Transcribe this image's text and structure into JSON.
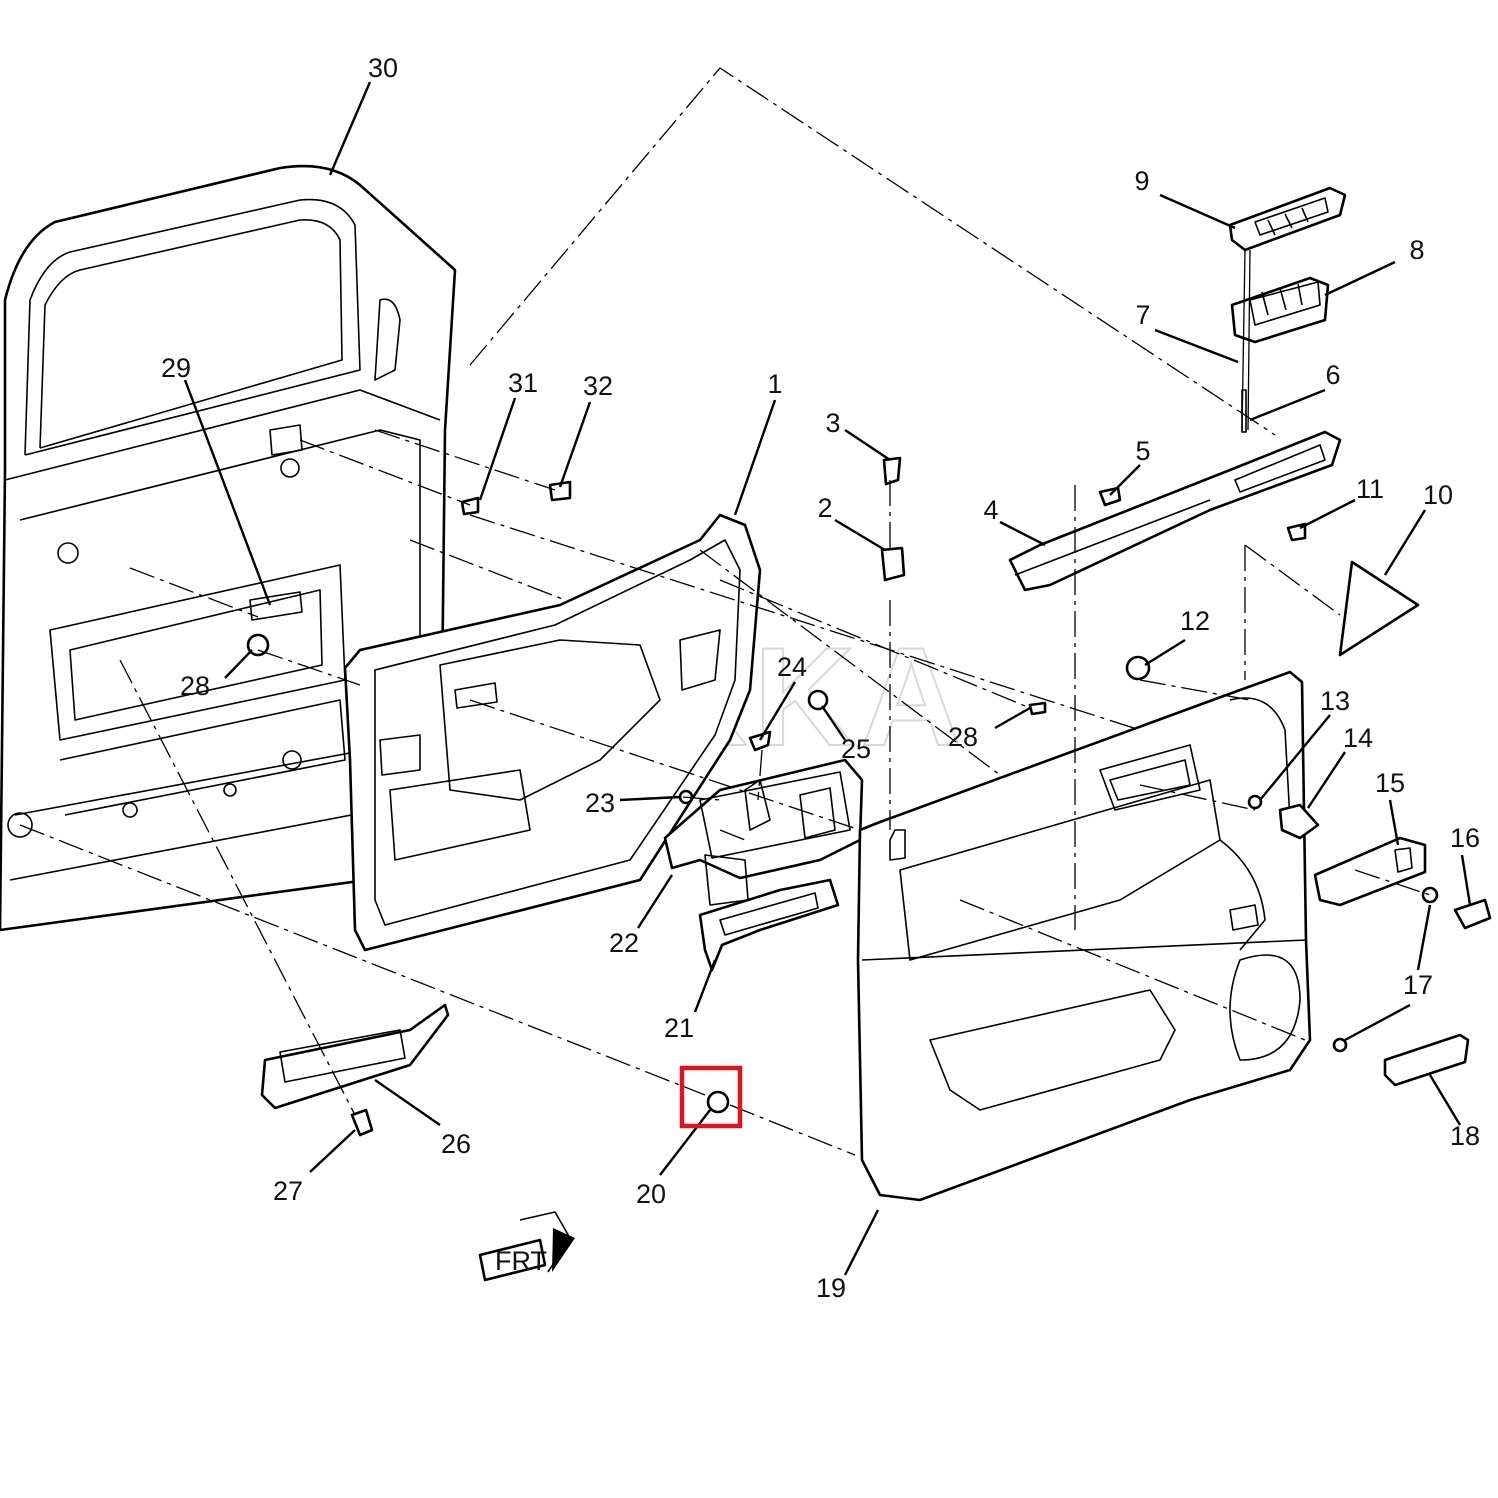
{
  "diagram": {
    "callouts": [
      "1",
      "2",
      "3",
      "4",
      "5",
      "6",
      "7",
      "8",
      "9",
      "10",
      "11",
      "12",
      "13",
      "14",
      "15",
      "16",
      "17",
      "17",
      "18",
      "19",
      "20",
      "21",
      "22",
      "23",
      "24",
      "25",
      "26",
      "27",
      "28",
      "28",
      "29",
      "30",
      "31",
      "32"
    ],
    "watermark": "REKKA",
    "orientation_marker": "FRT",
    "highlight": {
      "callout": "20",
      "color": "#e0141e"
    }
  }
}
